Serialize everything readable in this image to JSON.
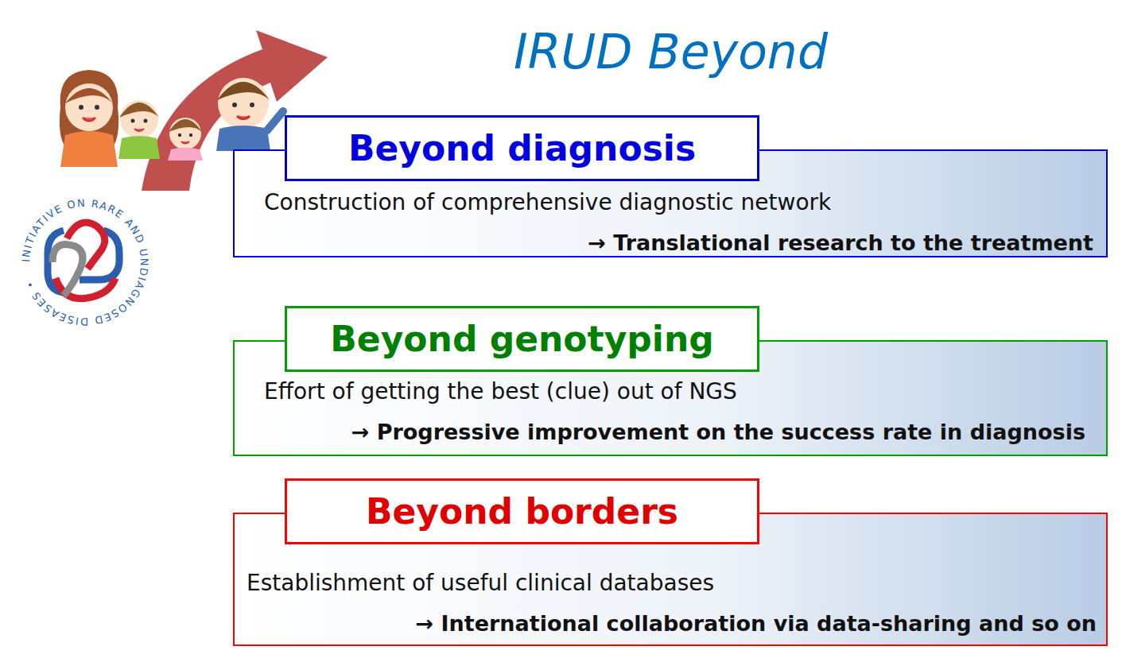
{
  "diagram": {
    "title": "IRUD Beyond",
    "nodes": [
      {
        "text": [
          "Construction of comprehensive diagnostic network",
          "→ Translational research to the treatment"
        ]
      },
      {
        "text": [
          "Beyond diagnosis"
        ],
        "in": 0
      },
      {
        "text": [
          "Effort of getting the best (clue) out of NGS",
          "→ Progressive improvement on the success rate in diagnosis"
        ]
      },
      {
        "text": [
          "Beyond genotyping"
        ],
        "in": 2
      },
      {
        "text": [
          "Establishment of useful clinical databases",
          "→ International collaboration via data-sharing and so on"
        ]
      },
      {
        "text": [
          "Beyond borders"
        ],
        "in": 4
      }
    ],
    "labels": [
      "INITIATIVE ON RARE AND UNDIAGNOSED DISEASES •"
    ]
  }
}
